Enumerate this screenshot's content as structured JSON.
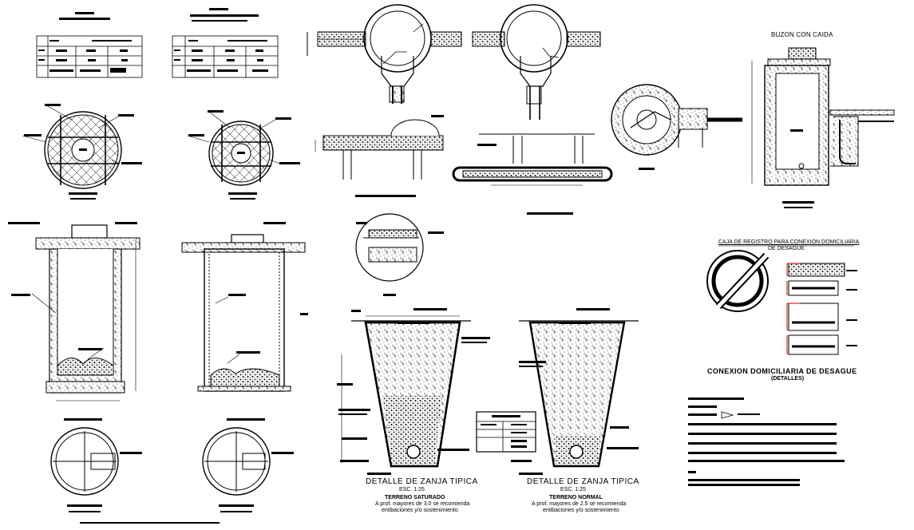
{
  "sheet": {
    "background": "#ffffff",
    "line_color": "#000000",
    "accent_red": "#d00000"
  },
  "titles": {
    "buzon_con_caida": "BUZON CON CAIDA",
    "caja_registro_line1": "CAJA DE REGISTRO PARA CONEXION DOMICILIARIA",
    "caja_registro_line2": "DE DESAGUE",
    "conexion_domiciliaria": "CONEXION DOMICILIARIA DE DESAGUE",
    "detalles": "(DETALLES)",
    "zanja_left_title": "DETALLE  DE  ZANJA  TIPICA",
    "zanja_left_scale": "ESC. 1:25",
    "zanja_left_terrain": "TERRENO SATURADO",
    "zanja_left_note1": "A prof. mayores de 3.0 se recomienda",
    "zanja_left_note2": "entibaciones y/o sostenimiento",
    "zanja_right_title": "DETALLE  DE  ZANJA  TIPICA",
    "zanja_right_scale": "ESC. 1:25",
    "zanja_right_terrain": "TERRENO NORMAL",
    "zanja_right_note1": "A prof. mayores de 2.5 se recomienda",
    "zanja_right_note2": "entibaciones y/o sostenimiento"
  },
  "icons": {
    "manhole_section": "manhole-section-icon",
    "manhole_plan": "manhole-plan-icon",
    "trench_section": "trench-section-icon",
    "drop_manhole": "drop-manhole-icon"
  }
}
